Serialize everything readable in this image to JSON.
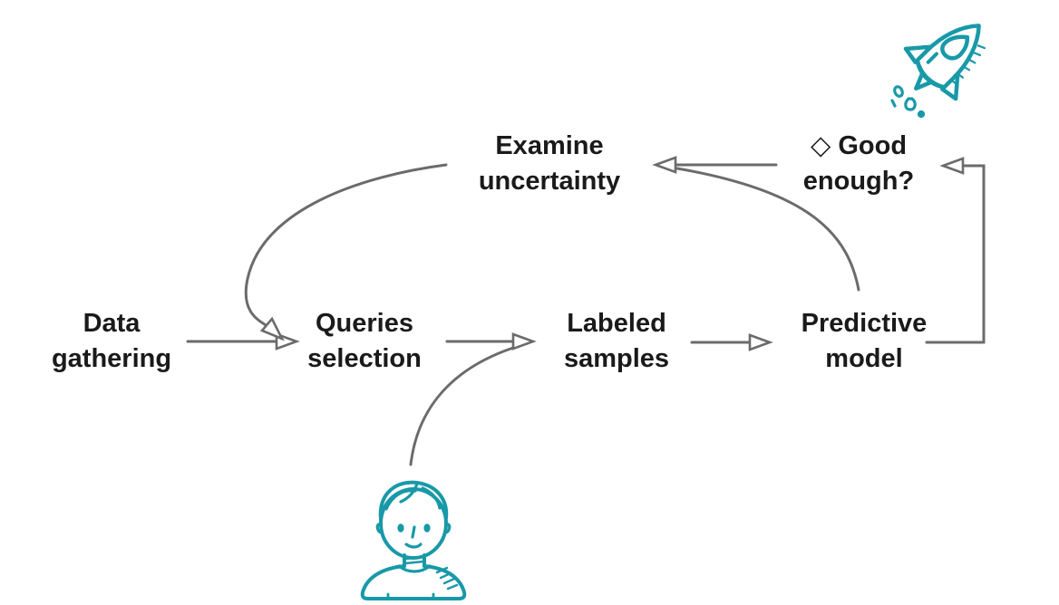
{
  "diagram": {
    "description": "Active learning loop flow diagram",
    "colors": {
      "background": "#ffffff",
      "text": "#1a1a1a",
      "arrow": "#6b6b6b",
      "accent_teal": "#1899a8"
    }
  },
  "nodes": [
    {
      "id": "data-gathering",
      "line1": "Data",
      "line2": "gathering"
    },
    {
      "id": "queries-selection",
      "line1": "Queries",
      "line2": "selection"
    },
    {
      "id": "labeled-samples",
      "line1": "Labeled",
      "line2": "samples"
    },
    {
      "id": "predictive-model",
      "line1": "Predictive",
      "line2": "model"
    },
    {
      "id": "examine-uncertainty",
      "line1": "Examine",
      "line2": "uncertainty"
    },
    {
      "id": "good-enough",
      "line1": "◇ Good",
      "line2": "enough?"
    }
  ],
  "edges": [
    {
      "from": "data-gathering",
      "to": "queries-selection",
      "style": "straight-arrow"
    },
    {
      "from": "queries-selection",
      "to": "labeled-samples",
      "style": "straight-arrow"
    },
    {
      "from": "person",
      "to": "labeled-samples",
      "style": "curved-line"
    },
    {
      "from": "labeled-samples",
      "to": "predictive-model",
      "style": "straight-arrow"
    },
    {
      "from": "predictive-model",
      "to": "good-enough",
      "style": "elbow-arrow"
    },
    {
      "from": "predictive-model",
      "to": "examine-uncertainty",
      "style": "curved-line"
    },
    {
      "from": "good-enough",
      "to": "examine-uncertainty",
      "style": "straight-arrow"
    },
    {
      "from": "examine-uncertainty",
      "to": "queries-selection",
      "style": "curved-arrow"
    }
  ],
  "icons": [
    {
      "name": "rocket-icon",
      "position": "top-right"
    },
    {
      "name": "person-icon",
      "position": "bottom-center"
    }
  ]
}
